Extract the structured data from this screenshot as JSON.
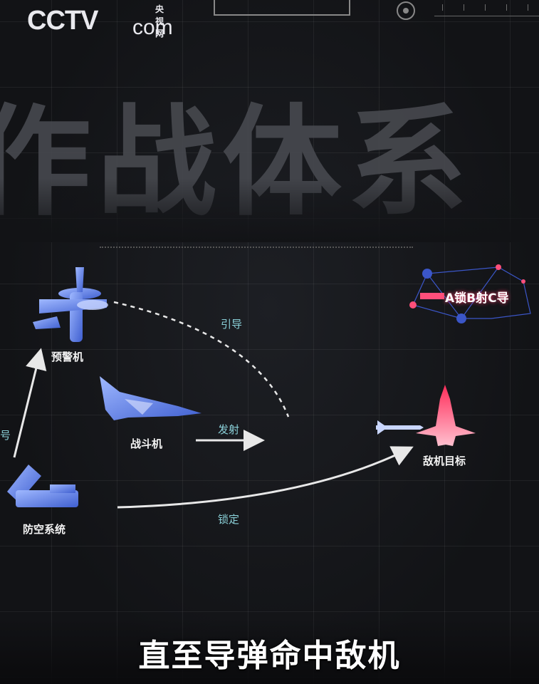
{
  "brand": {
    "logo_text": "CCTV",
    "logo_domain": "com",
    "logo_cn": "央视网"
  },
  "heading": {
    "big_text": "作战体系"
  },
  "nodes": {
    "awacs": "预警机",
    "fighter": "战斗机",
    "air_defense": "防空系统",
    "enemy": "敌机目标"
  },
  "arrows": {
    "guide": "引导",
    "launch": "发射",
    "lock": "锁定",
    "partial_left": "号"
  },
  "badge": {
    "text": "A锁B射C导"
  },
  "subtitle": {
    "text": "直至导弹命中敌机"
  },
  "colors": {
    "friendly": "#5b7fe0",
    "enemy": "#ff5a7a",
    "accent": "#8ad0d8"
  }
}
